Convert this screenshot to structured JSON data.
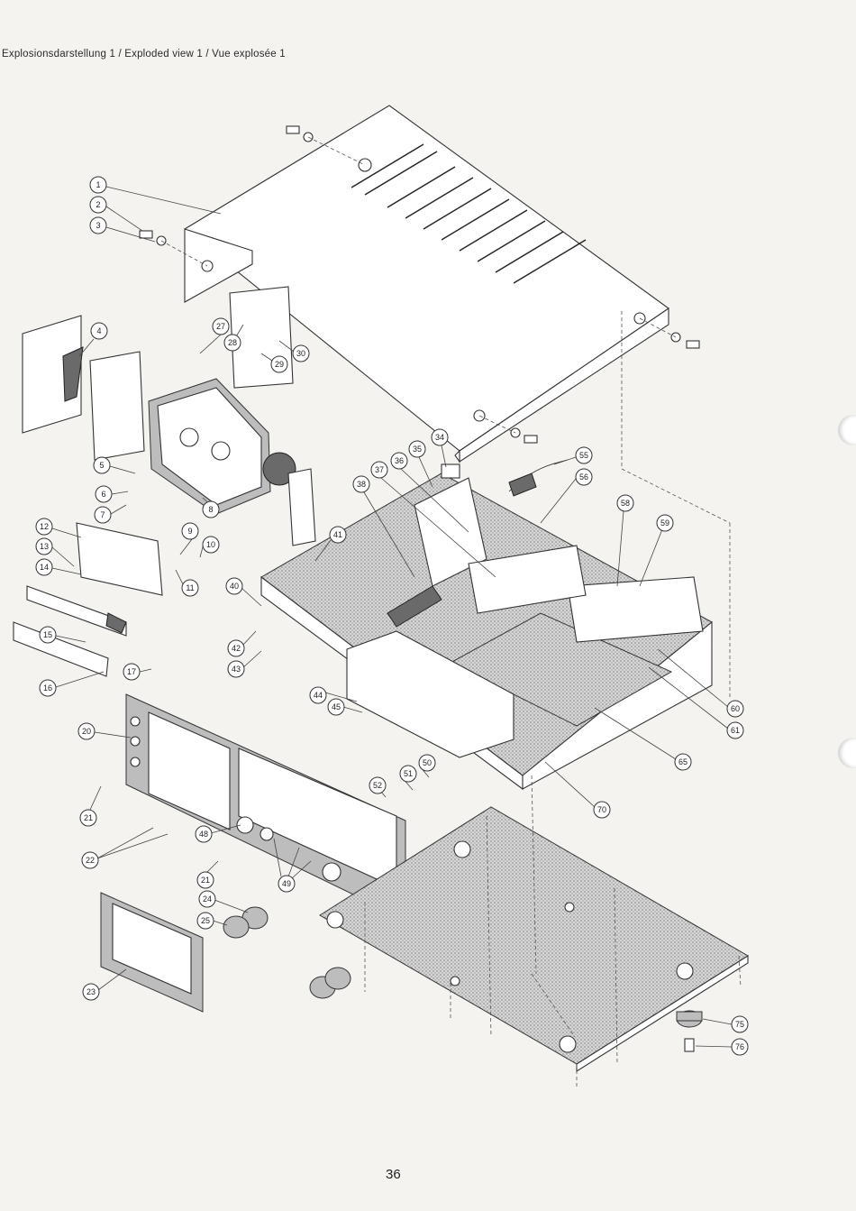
{
  "page": {
    "title": "Explosionsdarstellung 1 / Exploded view 1 / Vue explosée 1",
    "page_number": "36"
  },
  "callouts": [
    "1",
    "2",
    "3",
    "4",
    "5",
    "6",
    "7",
    "8",
    "9",
    "10",
    "11",
    "12",
    "13",
    "14",
    "15",
    "16",
    "17",
    "20",
    "21",
    "21",
    "22",
    "23",
    "24",
    "25",
    "27",
    "28",
    "29",
    "30",
    "34",
    "35",
    "36",
    "37",
    "38",
    "40",
    "41",
    "42",
    "43",
    "44",
    "45",
    "48",
    "49",
    "50",
    "51",
    "52",
    "55",
    "56",
    "58",
    "59",
    "60",
    "61",
    "65",
    "70",
    "75",
    "76"
  ]
}
